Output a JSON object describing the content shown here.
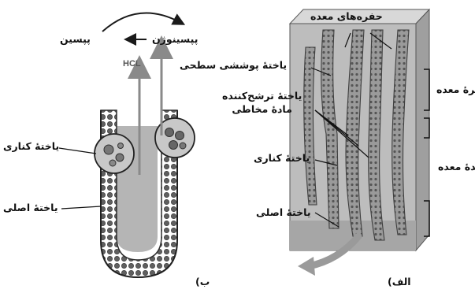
{
  "labels": {
    "pepsin": "پپسین",
    "pepsinogen": "پپسینوژن",
    "hcl": "HCL",
    "parietal_cell_b": "یاختهٔ کناری",
    "chief_cell_b": "یاختهٔ اصلی",
    "caption_b": "ب)",
    "gastric_pits_top": "حفره‌های معده",
    "surface_mucous_cell": "یاختهٔ پوششی سطحی",
    "mucus_secreting_cell_line1": "یاختهٔ ترشح‌کننده",
    "mucus_secreting_cell_line2": "مادهٔ مخاطی",
    "parietal_cell_a": "یاختهٔ کناری",
    "chief_cell_a": "یاختهٔ اصلی",
    "gastric_pit_side": "حفرهٔ معده",
    "gastric_gland_side": "غدهٔ معده",
    "caption_a": "الف)"
  },
  "colors": {
    "block_face": "#b9b9b9",
    "block_top": "#d9d9d9",
    "tubule": "#8f8f8f",
    "gland_body": "#7a7a7a",
    "arrow": "#7d7d7d"
  }
}
